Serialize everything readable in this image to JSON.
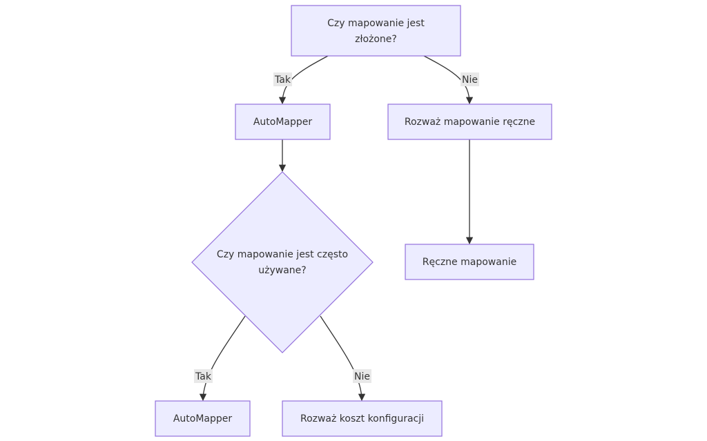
{
  "diagram": {
    "nodes": {
      "complex": {
        "lines": [
          "Czy mapowanie jest",
          "złożone?"
        ]
      },
      "automapper1": {
        "label": "AutoMapper"
      },
      "manual_consider": {
        "label": "Rozważ mapowanie ręczne"
      },
      "often_used": {
        "lines": [
          "Czy mapowanie jest często",
          "używane?"
        ]
      },
      "manual": {
        "label": "Ręczne mapowanie"
      },
      "automapper2": {
        "label": "AutoMapper"
      },
      "config_cost": {
        "label": "Rozważ koszt konfiguracji"
      }
    },
    "edges": {
      "complex_yes": "Tak",
      "complex_no": "Nie",
      "often_yes": "Tak",
      "often_no": "Nie"
    }
  }
}
